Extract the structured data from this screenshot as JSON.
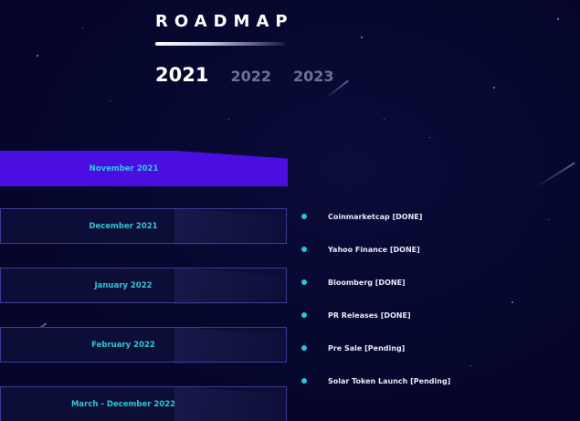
{
  "header": {
    "title": "ROADMAP"
  },
  "year_tabs": [
    {
      "label": "2021",
      "active": true
    },
    {
      "label": "2022",
      "active": false
    },
    {
      "label": "2023",
      "active": false
    }
  ],
  "months": [
    {
      "label": "November 2021",
      "active": true
    },
    {
      "label": "December 2021",
      "active": false
    },
    {
      "label": "January 2022",
      "active": false
    },
    {
      "label": "February 2022",
      "active": false
    },
    {
      "label": "March - December 2022",
      "active": false
    }
  ],
  "milestones": [
    {
      "text": "Coinmarketcap [DONE]"
    },
    {
      "text": "Yahoo Finance [DONE]"
    },
    {
      "text": "Bloomberg [DONE]"
    },
    {
      "text": "PR Releases [DONE]"
    },
    {
      "text": "Pre Sale [Pending]"
    },
    {
      "text": "Solar Token Launch [Pending]"
    }
  ],
  "colors": {
    "background": "#050629",
    "active_month": "#4a0fe0",
    "accent": "#2ec5d6",
    "inactive_tab": "#6e7095"
  }
}
